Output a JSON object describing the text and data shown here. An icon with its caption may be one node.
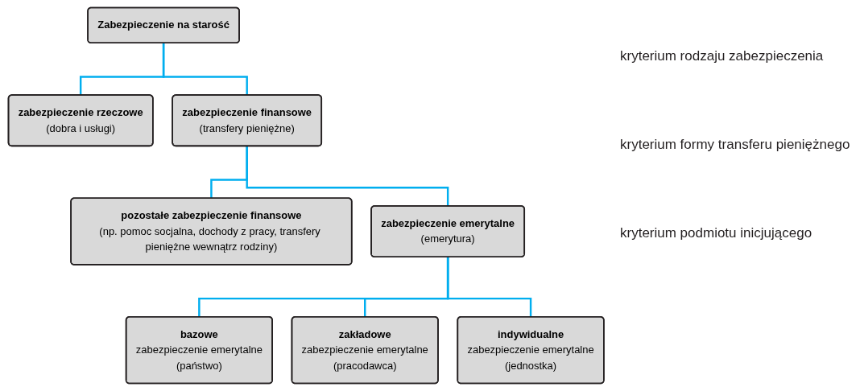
{
  "diagram": {
    "nodes": [
      {
        "text": [
          "Zabezpieczenie na starość"
        ]
      },
      {
        "text": [
          "zabezpieczenie rzeczowe",
          "(dobra i usługi)"
        ]
      },
      {
        "text": [
          "zabezpieczenie finansowe",
          "(transfery pieniężne)"
        ]
      },
      {
        "text": [
          "pozostałe zabezpieczenie finansowe",
          "(np. pomoc socjalna, dochody z pracy, transfery pieniężne wewnątrz rodziny)"
        ]
      },
      {
        "text": [
          "zabezpieczenie emerytalne",
          "(emerytura)"
        ]
      },
      {
        "text": [
          "bazowe",
          "zabezpieczenie emerytalne",
          "(państwo)"
        ]
      },
      {
        "text": [
          "zakładowe",
          "zabezpieczenie emerytalne",
          "(pracodawca)"
        ]
      },
      {
        "text": [
          "indywidualne",
          "zabezpieczenie emerytalne",
          "(jednostka)"
        ]
      }
    ],
    "edges": [
      {
        "from": 0,
        "to": 1,
        "arrow": "none"
      },
      {
        "from": 0,
        "to": 2,
        "arrow": "none"
      },
      {
        "from": 2,
        "to": 3,
        "arrow": "none"
      },
      {
        "from": 2,
        "to": 4,
        "arrow": "none"
      },
      {
        "from": 4,
        "to": 5,
        "arrow": "none"
      },
      {
        "from": 4,
        "to": 6,
        "arrow": "none"
      },
      {
        "from": 4,
        "to": 7,
        "arrow": "none"
      }
    ],
    "labels": [
      "kryterium rodzaju zabezpieczenia",
      "kryterium formy transferu pieniężnego",
      "kryterium podmiotu inicjującego"
    ]
  }
}
